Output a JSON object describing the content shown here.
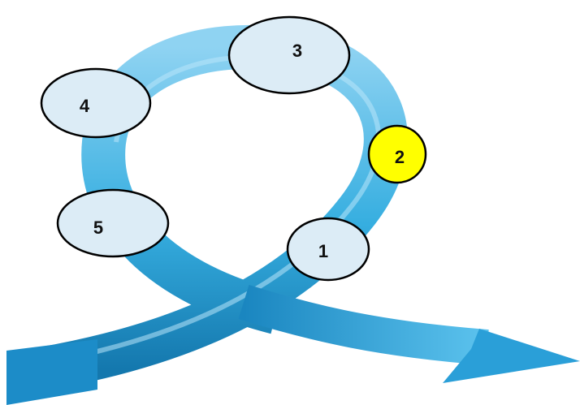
{
  "diagram": {
    "steps": [
      {
        "label": "1",
        "fill": "#dcecf6",
        "active": false
      },
      {
        "label": "2",
        "fill": "#ffff00",
        "active": true
      },
      {
        "label": "3",
        "fill": "#dcecf6",
        "active": false
      },
      {
        "label": "4",
        "fill": "#dcecf6",
        "active": false
      },
      {
        "label": "5",
        "fill": "#dcecf6",
        "active": false
      }
    ],
    "colors": {
      "ribbon_light": "#8fd3f2",
      "ribbon_mid": "#36aee0",
      "ribbon_dark": "#1478ae",
      "node_stroke": "#000000"
    }
  }
}
